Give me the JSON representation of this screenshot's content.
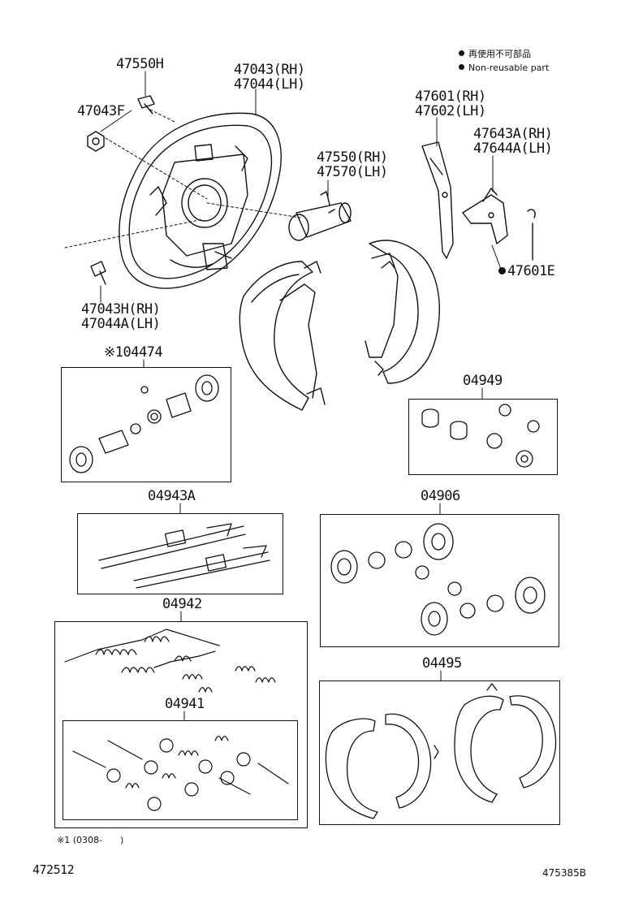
{
  "legend": {
    "jp": "再使用不可部品",
    "en": "Non-reusable part"
  },
  "labels": {
    "p47550H": "47550H",
    "p47043F": "47043F",
    "p47043RH": "47043(RH)",
    "p47044LH": "47044(LH)",
    "p47550RH": "47550(RH)",
    "p47570LH": "47570(LH)",
    "p47601RH": "47601(RH)",
    "p47602LH": "47602(LH)",
    "p47643ARH": "47643A(RH)",
    "p47644ALH": "47644A(LH)",
    "p47601E": "47601E",
    "p47043HRH": "47043H(RH)",
    "p47044ALH": "47044A(LH)",
    "p04474": "※104474",
    "p04949": "04949",
    "p04943A": "04943A",
    "p04906": "04906",
    "p04942": "04942",
    "p04495": "04495",
    "p04941": "04941"
  },
  "footnote": "※1 (0308-　　)",
  "code_left": "472512",
  "code_right": "475385B"
}
